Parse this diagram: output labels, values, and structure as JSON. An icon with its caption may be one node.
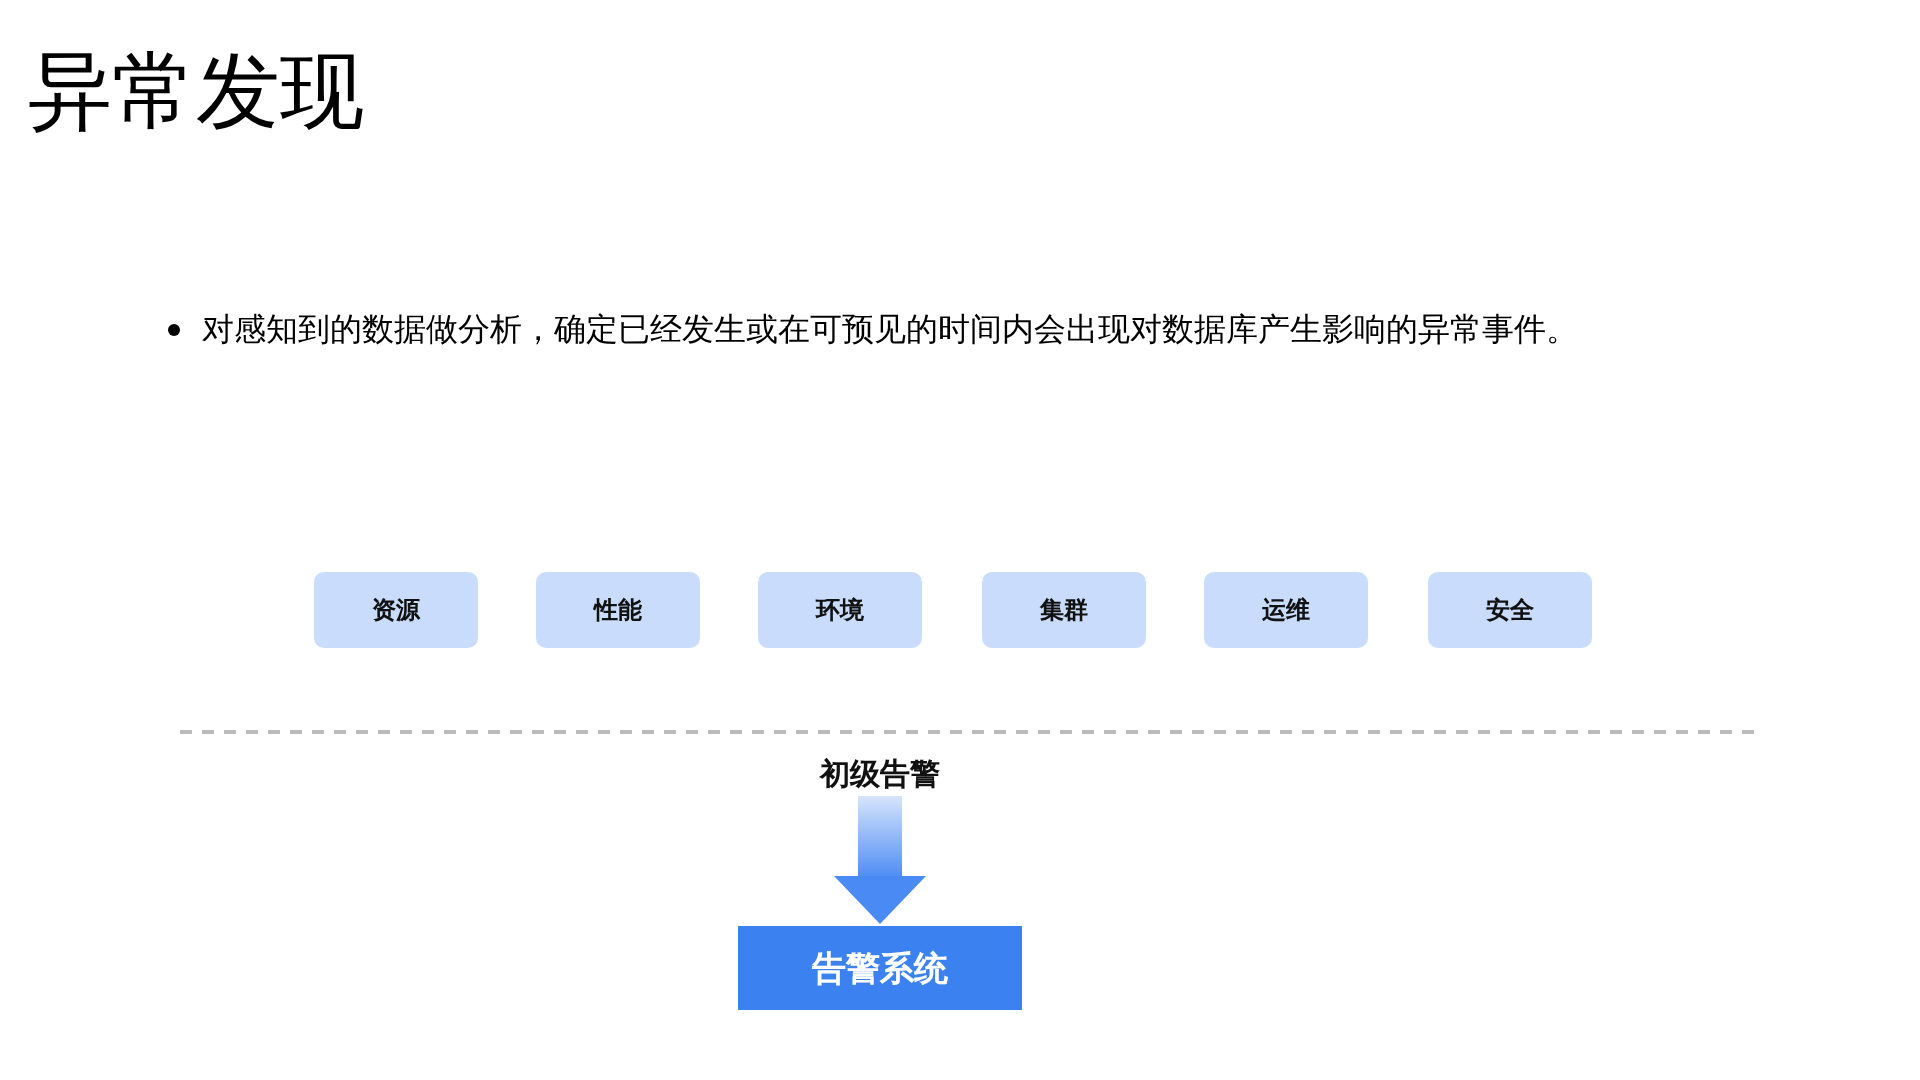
{
  "diagram": {
    "title": "异常发现",
    "nodes": [
      {
        "text": [
          "资源"
        ]
      },
      {
        "text": [
          "性能"
        ]
      },
      {
        "text": [
          "环境"
        ]
      },
      {
        "text": [
          "集群"
        ]
      },
      {
        "text": [
          "运维"
        ]
      },
      {
        "text": [
          "安全"
        ]
      },
      {
        "text": [
          "告警系统"
        ]
      }
    ],
    "edges": [
      {
        "from": null,
        "to": 6,
        "arrow": "to",
        "label": "初级告警"
      }
    ],
    "labels": [
      "对感知到的数据做分析，确定已经发生或在可预见的时间内会出现对数据库产生影响的异常事件。"
    ]
  }
}
